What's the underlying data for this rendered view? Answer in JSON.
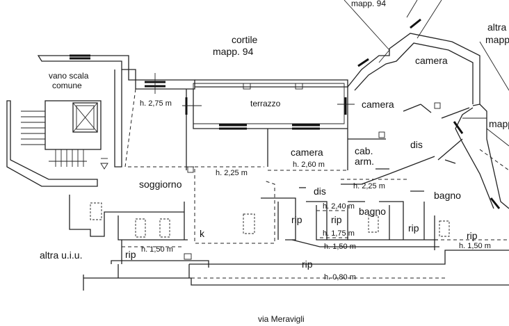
{
  "labels": {
    "top_mapp": "mapp. 94",
    "cortile": "cortile",
    "cortile_mapp": "mapp. 94",
    "altra_top": "altra",
    "mapp_top_right": "mapp",
    "vano_scala_1": "vano scala",
    "vano_scala_2": "comune",
    "terrazzo": "terrazzo",
    "camera_top": "camera",
    "camera_mid": "camera",
    "camera_center": "camera",
    "dis_right": "dis",
    "mapp_right": "mapp",
    "cab_1": "cab.",
    "cab_2": "arm.",
    "soggiorno": "soggiorno",
    "dis_center": "dis",
    "bagno_right": "bagno",
    "bagno_center": "bagno",
    "rip_1": "rip",
    "rip_2": "rip",
    "rip_3": "rip",
    "rip_4": "rip",
    "rip_left": "rip",
    "rip_bottom": "rip",
    "k": "k",
    "altra_uiu": "altra u.i.u.",
    "via": "via Meravigli"
  },
  "heights": {
    "h_275": "h. 2,75 m",
    "h_225_a": "h. 2,25 m",
    "h_260": "h. 2,60 m",
    "h_225_b": "h. 2,25 m",
    "h_240": "h. 2,40 m",
    "h_175": "h. 1,75 m",
    "h_150_a": "h. 1,50 m",
    "h_150_b": "h. 1,50 m",
    "h_150_c": "h. 1,50 m",
    "h_080": "h. 0,80 m"
  }
}
